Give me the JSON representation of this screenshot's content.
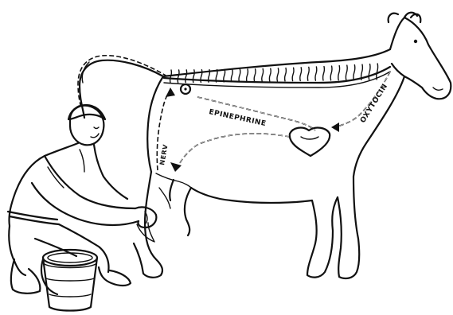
{
  "labels": {
    "epinephrine": "EPINEPHRINE",
    "oxytocin": "OXYTOCIN",
    "nerve": "NERV"
  }
}
